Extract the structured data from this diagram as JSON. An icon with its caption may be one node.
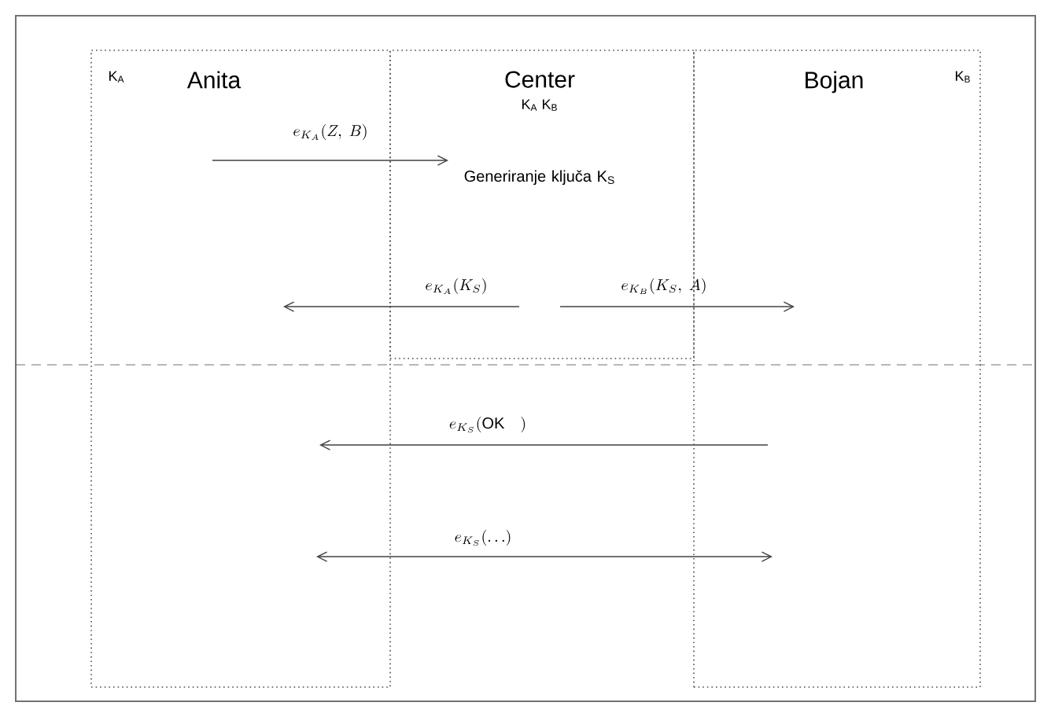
{
  "diagram": {
    "nodes": [
      {
        "text": [
          "K$_{A}$",
          "Anita"
        ]
      },
      {
        "text": [
          "Center",
          "K$_{A}$ K$_{B}$",
          "Generiranje ključa K$_{S}$"
        ]
      },
      {
        "text": [
          "Bojan",
          "K$_{B}$"
        ]
      }
    ],
    "edges": [
      {
        "from": 0,
        "to": 1,
        "arrow": "to",
        "label": "e_{K_A}(Z,\\ B)"
      },
      {
        "from": 1,
        "to": 0,
        "arrow": "to",
        "label": "e_{K_A}(K_S)"
      },
      {
        "from": 1,
        "to": 2,
        "arrow": "to",
        "label": "e_{K_B}(K_S,\\ A)"
      },
      {
        "from": 2,
        "to": 0,
        "arrow": "to",
        "label": "e_{K_S}(\\mathrm{OK}\\quad)"
      },
      {
        "from": 0,
        "to": 2,
        "arrow": "both",
        "label": "e_{K_S}(\\ldots)"
      }
    ]
  }
}
